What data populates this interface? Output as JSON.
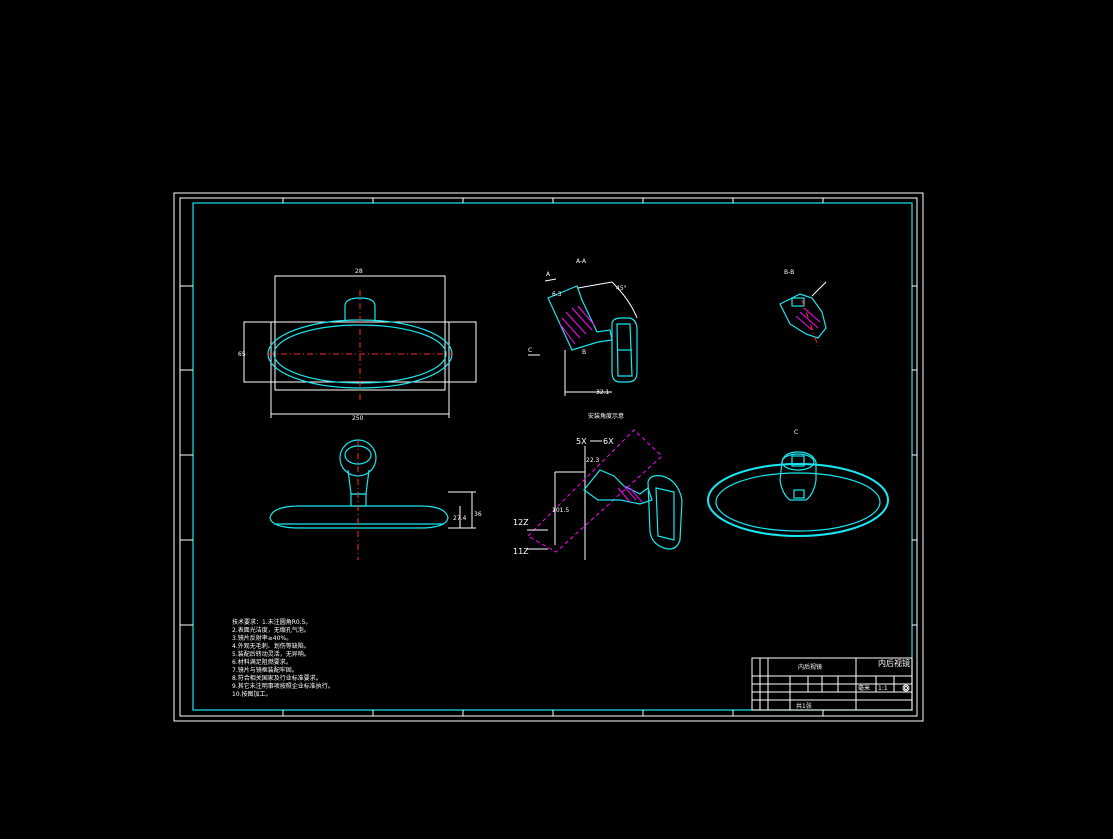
{
  "views": {
    "section_aa": "A-A",
    "section_bb": "B-B",
    "view_c": "C",
    "label_a": "A",
    "label_b": "B",
    "label_c": "C",
    "install_note": "安装角度示意"
  },
  "dims": {
    "front_width_top": "28",
    "front_width_bottom": "250",
    "front_height": "65",
    "side_h1": "27.4",
    "side_h2": "36",
    "aa_dim1": "32.1",
    "aa_dim2": "45°",
    "aa_dim3": "6.3",
    "axis_5x": "5X",
    "axis_6x": "6X",
    "axis_12z": "12Z",
    "axis_11z": "11Z",
    "install_dim1": "22.3",
    "install_dim2": "101.5"
  },
  "notes": [
    "技术要求：1.未注圆角R0.5。",
    "2.表面光洁度，无缩孔气泡。",
    "3.镜片反射率≥40%。",
    "4.外观无毛刺、划伤等缺陷。",
    "5.装配后转动灵活，无异响。",
    "6.材料满足阻燃要求。",
    "7.镜片与镜框装配牢固。",
    "8.符合相关国家及行业标准要求。",
    "9.其它未注明事项按照企业标准执行。",
    "10.按图加工。"
  ],
  "title_block": {
    "part_name": "内后视镜",
    "drawing_no": "内后视镜",
    "unit": "毫米",
    "scale": "1:1",
    "sheet": "共1张"
  }
}
